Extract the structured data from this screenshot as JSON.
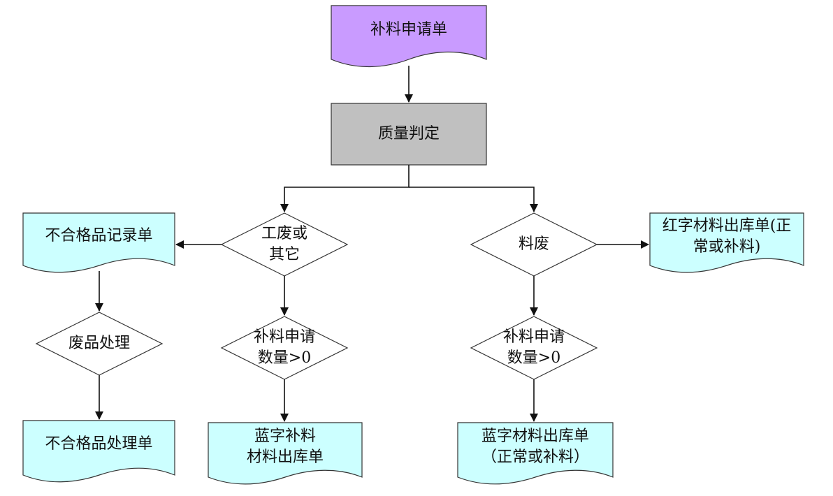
{
  "colors": {
    "request_doc": "#C99BFF",
    "judgement_box": "#C0C0C0",
    "output_doc": "#CCFFFF",
    "decision": "#FFFFFF",
    "line": "#111111"
  },
  "nodes": {
    "request": {
      "lines": [
        "补料申请单"
      ]
    },
    "judgement": {
      "lines": [
        "质量判定"
      ]
    },
    "process_waste": {
      "lines": [
        "工废或",
        "其它"
      ]
    },
    "material_waste": {
      "lines": [
        "料废"
      ]
    },
    "reject_record": {
      "lines": [
        "不合格品记录单"
      ]
    },
    "red_out": {
      "lines": [
        "红字材料出库单(正",
        "常或补料)"
      ]
    },
    "scrap_handling": {
      "lines": [
        "废品处理"
      ]
    },
    "qty_check_left": {
      "lines": [
        "补料申请",
        "数量>0"
      ]
    },
    "qty_check_right": {
      "lines": [
        "补料申请",
        "数量>0"
      ]
    },
    "reject_handling_form": {
      "lines": [
        "不合格品处理单"
      ]
    },
    "blue_supplement": {
      "lines": [
        "蓝字补料",
        "材料出库单"
      ]
    },
    "blue_out": {
      "lines": [
        "蓝字材料出库单",
        "（正常或补料）"
      ]
    }
  }
}
